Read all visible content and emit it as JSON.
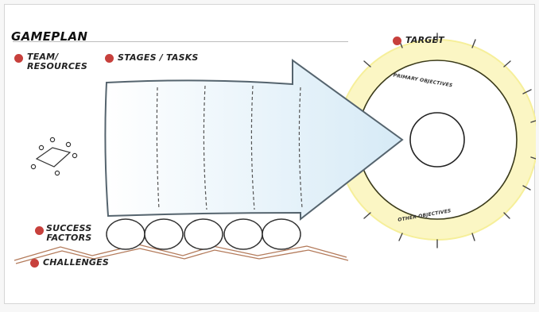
{
  "title": "GAMEPLAN",
  "labels": {
    "team": "TEAM/\nRESOURCES",
    "stages": "STAGES / TASKS",
    "target": "TARGET",
    "success": "SUCCESS\nFACTORS",
    "challenges": "CHALLENGES",
    "primary_objectives": "PRIMARY OBJECTIVES",
    "other_objectives": "OTHER OBJECTIVES"
  },
  "colors": {
    "marker_red": "#c7403c",
    "arrow_fill": "#dfeff8",
    "arrow_stroke": "#5a6a75",
    "target_halo": "#f4ec8a",
    "ink": "#222222",
    "hill_stroke": "#b37a5a"
  },
  "icons": {
    "team": "people-around-table-icon"
  }
}
